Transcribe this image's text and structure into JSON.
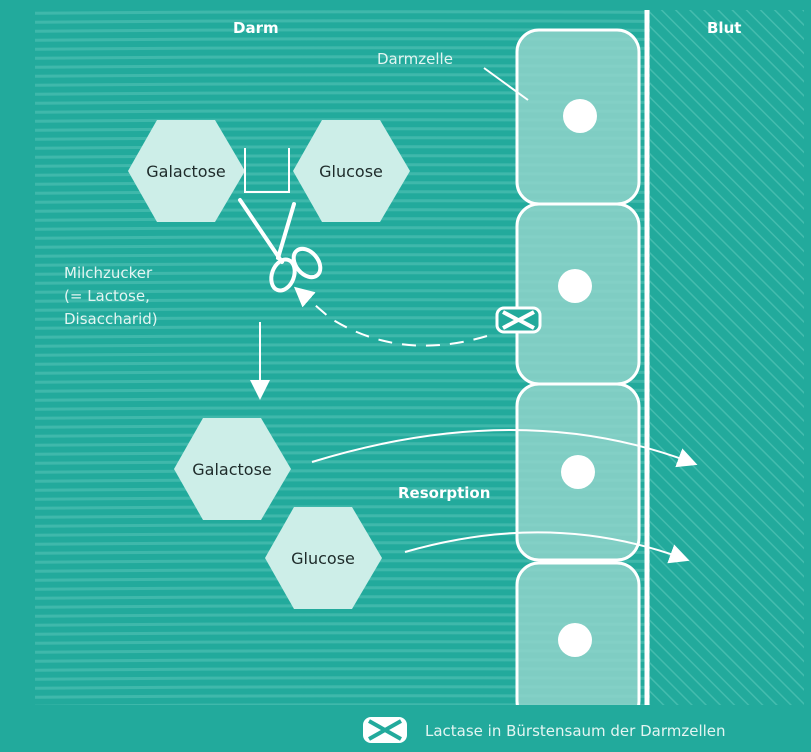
{
  "labels": {
    "darm": "Darm",
    "blut": "Blut",
    "darmzelle": "Darmzelle",
    "milchzucker_line1": "Milchzucker",
    "milchzucker_line2": "(= Lactose,",
    "milchzucker_line3": "Disaccharid)",
    "resorption": "Resorption",
    "legend": "Lactase in Bürstensaum der Darmzellen"
  },
  "molecules": {
    "top_left": "Galactose",
    "top_right": "Glucose",
    "bottom_galactose": "Galactose",
    "bottom_glucose": "Glucose"
  },
  "icons": {
    "cut": "scissors-icon",
    "enzyme": "lactase-enzyme-icon"
  },
  "colors": {
    "teal": "#22aa9c",
    "teal_stripe": "#3fb8ab",
    "cell_fill": "#8fd3ca",
    "hexagon_fill": "#cdeee8",
    "white": "#ffffff"
  }
}
